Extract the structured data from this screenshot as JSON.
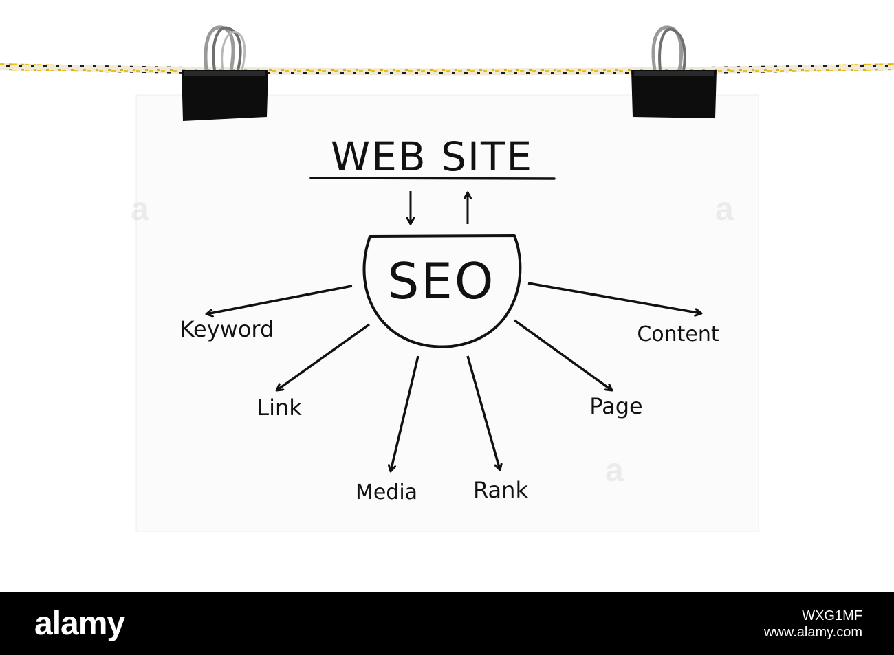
{
  "diagram": {
    "title": "WEB SITE",
    "center": "SEO",
    "nodes": {
      "keyword": "Keyword",
      "link": "Link",
      "media": "Media",
      "rank": "Rank",
      "page": "Page",
      "content": "Content"
    }
  },
  "footer": {
    "brand": "alamy",
    "image_id": "WXG1MF",
    "domain": "www.alamy.com"
  },
  "colors": {
    "ink": "#111111",
    "paper": "#fbfbfb",
    "clip": "#0d0d0d",
    "rope_yellow": "#e8c21a",
    "footer_bg": "#000000"
  }
}
